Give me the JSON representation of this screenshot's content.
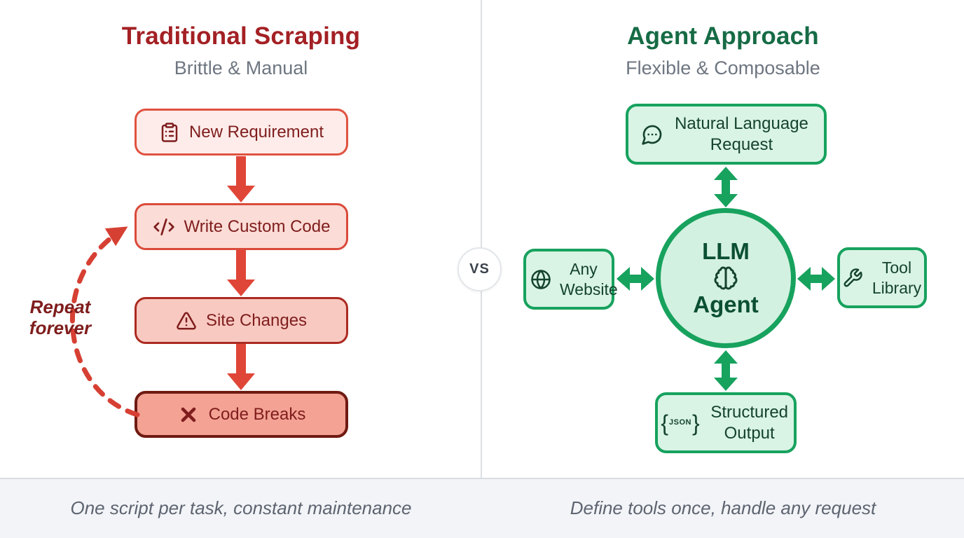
{
  "left": {
    "title": "Traditional Scraping",
    "subtitle": "Brittle & Manual",
    "loop_label": "Repeat forever",
    "steps": [
      {
        "label": "New Requirement",
        "icon": "clipboard-icon",
        "fill": "#fdecea",
        "border": "#e0523f"
      },
      {
        "label": "Write Custom Code",
        "icon": "code-icon",
        "fill": "#fbdcd6",
        "border": "#da4a3a"
      },
      {
        "label": "Site Changes",
        "icon": "warning-icon",
        "fill": "#f8c9c1",
        "border": "#ab2a20"
      },
      {
        "label": "Code Breaks",
        "icon": "x-icon",
        "fill": "#f3a294",
        "border": "#6f1a12"
      }
    ],
    "caption": "One script per task, constant maintenance"
  },
  "divider": {
    "vs_label": "VS"
  },
  "right": {
    "title": "Agent Approach",
    "subtitle": "Flexible & Composable",
    "center": {
      "line1": "LLM",
      "line2": "Agent",
      "icon": "brain-icon"
    },
    "nodes": [
      {
        "label": "Natural Language Request",
        "icon": "speech-bubble-icon"
      },
      {
        "label": "Any Website",
        "icon": "globe-icon"
      },
      {
        "label": "Tool Library",
        "icon": "wrench-icon"
      },
      {
        "label": "Structured Output",
        "icon": "json-icon",
        "icon_brace_open": "{",
        "icon_text": "JSON",
        "icon_brace_close": "}"
      }
    ],
    "caption": "Define tools once, handle any request"
  },
  "colors": {
    "red_accent": "#e04638",
    "red_title": "#a32024",
    "red_text": "#7f1d1d",
    "red_dashed": "#d64033",
    "green_accent": "#17a25e",
    "green_title": "#166b45",
    "green_text": "#15432e",
    "subtitle_gray": "#6e7681",
    "caption_gray": "#5d6470"
  }
}
